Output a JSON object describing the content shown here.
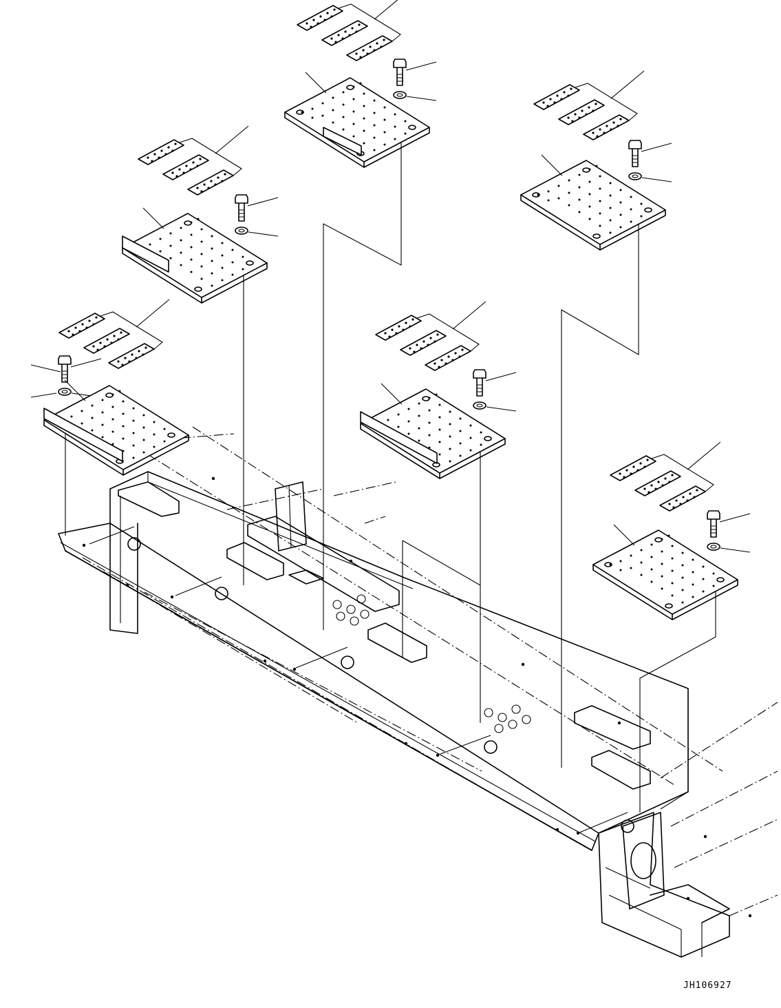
{
  "drawing": {
    "code": "JH106927"
  },
  "colors": {
    "line": "#000000",
    "background": "#ffffff"
  },
  "assemblies": [
    {
      "id": "top-center"
    },
    {
      "id": "upper-left"
    },
    {
      "id": "upper-right"
    },
    {
      "id": "middle-left"
    },
    {
      "id": "middle-center"
    },
    {
      "id": "lower-right"
    }
  ]
}
